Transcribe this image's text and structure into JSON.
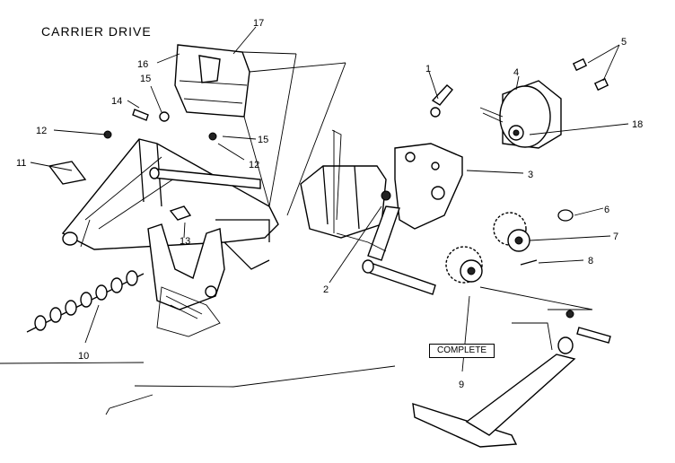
{
  "diagram": {
    "title": "CARRIER DRIVE",
    "complete_label": "COMPLETE",
    "callouts": [
      "1",
      "2",
      "3",
      "4",
      "5",
      "6",
      "7",
      "8",
      "9",
      "10",
      "11",
      "12",
      "12",
      "13",
      "14",
      "15",
      "15",
      "16",
      "17",
      "18"
    ]
  }
}
